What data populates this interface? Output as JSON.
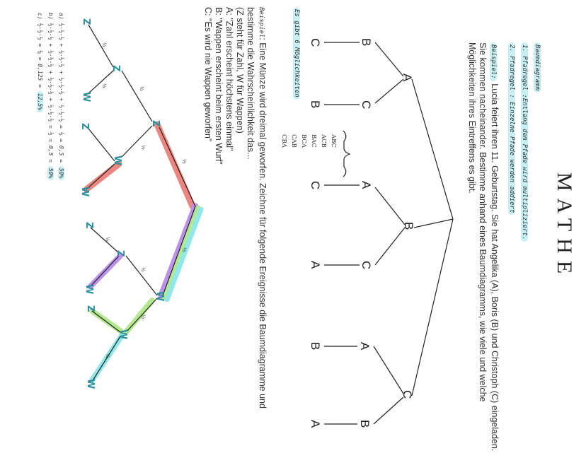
{
  "title": "MATHE",
  "heading": "Baumdiagramm",
  "rule1": "1. Pfadregel :Entlang dem Pfade wird multipliziert.",
  "rule2": "2. Pfadregel : Einzelne Pfade werden addiert",
  "example1": {
    "label": "Beispiel:",
    "lines": [
      "Lucia feiert ihren 11. Geburtstag. Sie hat Angelika (A), Boris (B) und Christoph (C) eingeladen.",
      "Sie kommen nacheinander. Bestimme anhand eines Baumdiagramms, wie viele und welche",
      "Möglichkeiten ihres Eintreffens es gibt."
    ]
  },
  "possibilities_label": "Es gibt 6 Möglichkeiten",
  "permutations": [
    "ABC",
    "ACB",
    "BAC",
    "BCA",
    "CAB",
    "CBA"
  ],
  "tree1_labels": [
    "A",
    "B",
    "C",
    "B",
    "C",
    "C",
    "B",
    "A",
    "C",
    "C",
    "A",
    "A",
    "B",
    "B",
    "A"
  ],
  "example2": {
    "label": "Beispiel",
    "lines": [
      ": Eine Münze wird dreimal geworfen. Zeichne für folgende Ereignisse die Baumdiagramme und",
      "bestimme die Wahrscheinlichkeit das...",
      "(Z steht für Zahl, W für Wappen)",
      "A: \"Zahl erscheint höchstens einmal\"",
      "B: \"Wappen erscheint beim ersten Wurf\"",
      "C: \"Es wird nie Wappen geworfen\""
    ]
  },
  "tree2_labels": [
    "Z",
    "W",
    "Z",
    "W",
    "Z",
    "W",
    "Z",
    "W",
    "Z",
    "W",
    "Z",
    "W",
    "Z",
    "W"
  ],
  "fraction": "½",
  "answers": {
    "a": {
      "label": "a)",
      "expr": "½·½·½ + ½·½·½ + ½·½·½ + ½·½·½ = ½ = 0,5 = ",
      "result": "50%"
    },
    "b": {
      "label": "b)",
      "expr": "½·½·½ + ½·½·½ + ½·½·½ + ½·½·½ = ½ = 0,5 = ",
      "result": "50%"
    },
    "c": {
      "label": "c)",
      "expr": "½·½·½ = ⅛ = 0,125 = ",
      "result": "12,5%"
    }
  },
  "colors": {
    "red": "#e8736b",
    "purple": "#b07ee8",
    "green": "#a6e47c",
    "cyan": "#7fe3e6",
    "highlight": "#c8f0f4"
  }
}
